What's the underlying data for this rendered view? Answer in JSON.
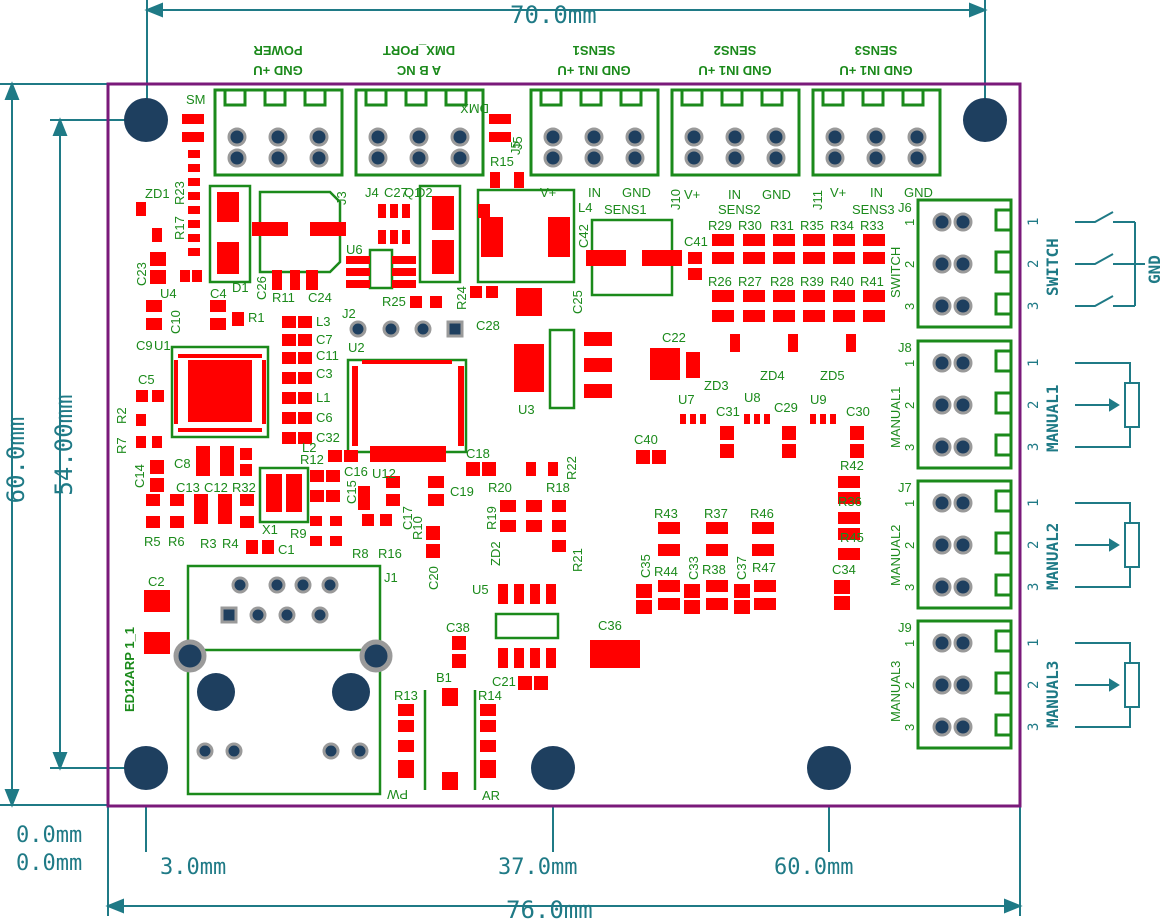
{
  "dimensions": {
    "top_width": "70.0mm",
    "bottom_width": "76.0mm",
    "left_height": "60.0mm",
    "inner_height": "54.00mm",
    "origin_x": "0.0mm",
    "origin_y": "0.0mm",
    "hole_offsets": [
      "3.0mm",
      "37.0mm",
      "60.0mm"
    ]
  },
  "board": {
    "name": "ED12ARP 1_1",
    "colors": {
      "outline": "#7a1a7a",
      "silkscreen": "#1b8a1b",
      "pad": "#ff0000",
      "hole": "#1e3f5f",
      "dimension": "#1f7a86"
    }
  },
  "top_connectors": [
    {
      "ref": "POWER",
      "pins": "GND +U"
    },
    {
      "ref": "DMX_PORT",
      "pins": "A B NC"
    },
    {
      "ref": "SENS1",
      "pins": "GND IN1 +U"
    },
    {
      "ref": "SENS2",
      "pins": "GND IN1 +U"
    },
    {
      "ref": "SENS3",
      "pins": "GND IN1 +U"
    }
  ],
  "sens_labels": [
    {
      "ref": "J5",
      "v": "V+",
      "in": "IN",
      "gnd": "GND",
      "name": "SENS1"
    },
    {
      "ref": "J10",
      "v": "V+",
      "in": "IN",
      "gnd": "GND",
      "name": "SENS2"
    },
    {
      "ref": "J11",
      "v": "V+",
      "in": "IN",
      "gnd": "GND",
      "name": "SENS3"
    }
  ],
  "right_connectors": [
    {
      "ref": "J6",
      "label": "SWITCH",
      "side": "SWITCH"
    },
    {
      "ref": "J8",
      "label": "MANUAL1",
      "side": "MANUAL1"
    },
    {
      "ref": "J7",
      "label": "MANUAL2",
      "side": "MANUAL2"
    },
    {
      "ref": "J9",
      "label": "MANUAL3",
      "side": "MANUAL3"
    }
  ],
  "pin_numbers": [
    "1",
    "2",
    "3"
  ],
  "gnd_label": "GND",
  "designators": [
    "SM",
    "DMX",
    "J3",
    "J4",
    "C27",
    "Q1",
    "D2",
    "J5",
    "R15",
    "ZD1",
    "R23",
    "R17",
    "C26",
    "D1",
    "R11",
    "C24",
    "U6",
    "R25",
    "R24",
    "C28",
    "C25",
    "L4",
    "C42",
    "C41",
    "R29",
    "R30",
    "R31",
    "R35",
    "R34",
    "R33",
    "R26",
    "R27",
    "R28",
    "R39",
    "R40",
    "R41",
    "C23",
    "U4",
    "C4",
    "C10",
    "R1",
    "C9",
    "U1",
    "L3",
    "C7",
    "C11",
    "C3",
    "L1",
    "C6",
    "J2",
    "U2",
    "C22",
    "ZD3",
    "ZD4",
    "ZD5",
    "U3",
    "U7",
    "C31",
    "U8",
    "C29",
    "U9",
    "C30",
    "C40",
    "C5",
    "R2",
    "R7",
    "C8",
    "C14",
    "L2",
    "C32",
    "C16",
    "U12",
    "C18",
    "R22",
    "C13",
    "C12",
    "R32",
    "R12",
    "C15",
    "C19",
    "R20",
    "R18",
    "R42",
    "R36",
    "R45",
    "C34",
    "R5",
    "R6",
    "R3",
    "R4",
    "X1",
    "C1",
    "R9",
    "R8",
    "R16",
    "C17",
    "R10",
    "C20",
    "R19",
    "ZD2",
    "R21",
    "U5",
    "R43",
    "R37",
    "R46",
    "C35",
    "R44",
    "C33",
    "R38",
    "C37",
    "R47",
    "C2",
    "J1",
    "C38",
    "C36",
    "C21",
    "B1",
    "R13",
    "R14",
    "PW",
    "AR"
  ]
}
